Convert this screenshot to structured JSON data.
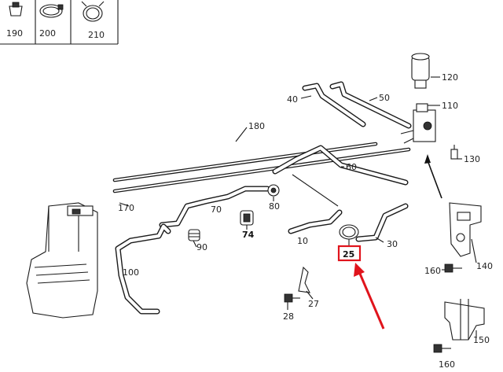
{
  "thumbnails": [
    {
      "label": "190",
      "icon": "plug-icon"
    },
    {
      "label": "200",
      "icon": "hose-clamp-icon"
    },
    {
      "label": "210",
      "icon": "spring-clamp-icon"
    }
  ],
  "callouts": {
    "p10": "10",
    "p25": "25",
    "p27": "27",
    "p28": "28",
    "p30": "30",
    "p40": "40",
    "p50": "50",
    "p60": "60",
    "p70": "70",
    "p74": "74",
    "p80": "80",
    "p90": "90",
    "p100": "100",
    "p110": "110",
    "p120": "120",
    "p130": "130",
    "p140": "140",
    "p150": "150",
    "p160a": "160",
    "p160b": "160",
    "p170": "170",
    "p180": "180"
  },
  "highlight": {
    "part": "25",
    "color": "#e0141c"
  }
}
